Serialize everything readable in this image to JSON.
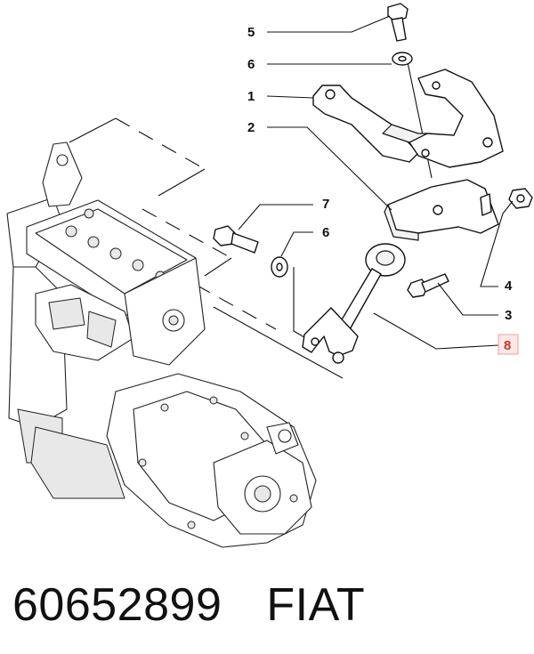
{
  "callouts": {
    "c5": "5",
    "c6a": "6",
    "c1": "1",
    "c2": "2",
    "c7": "7",
    "c6b": "6",
    "c4": "4",
    "c3": "3",
    "c8": "8"
  },
  "highlight_color": "#c0392b",
  "footer": {
    "part_number": "60652899",
    "brand": "FIAT"
  }
}
